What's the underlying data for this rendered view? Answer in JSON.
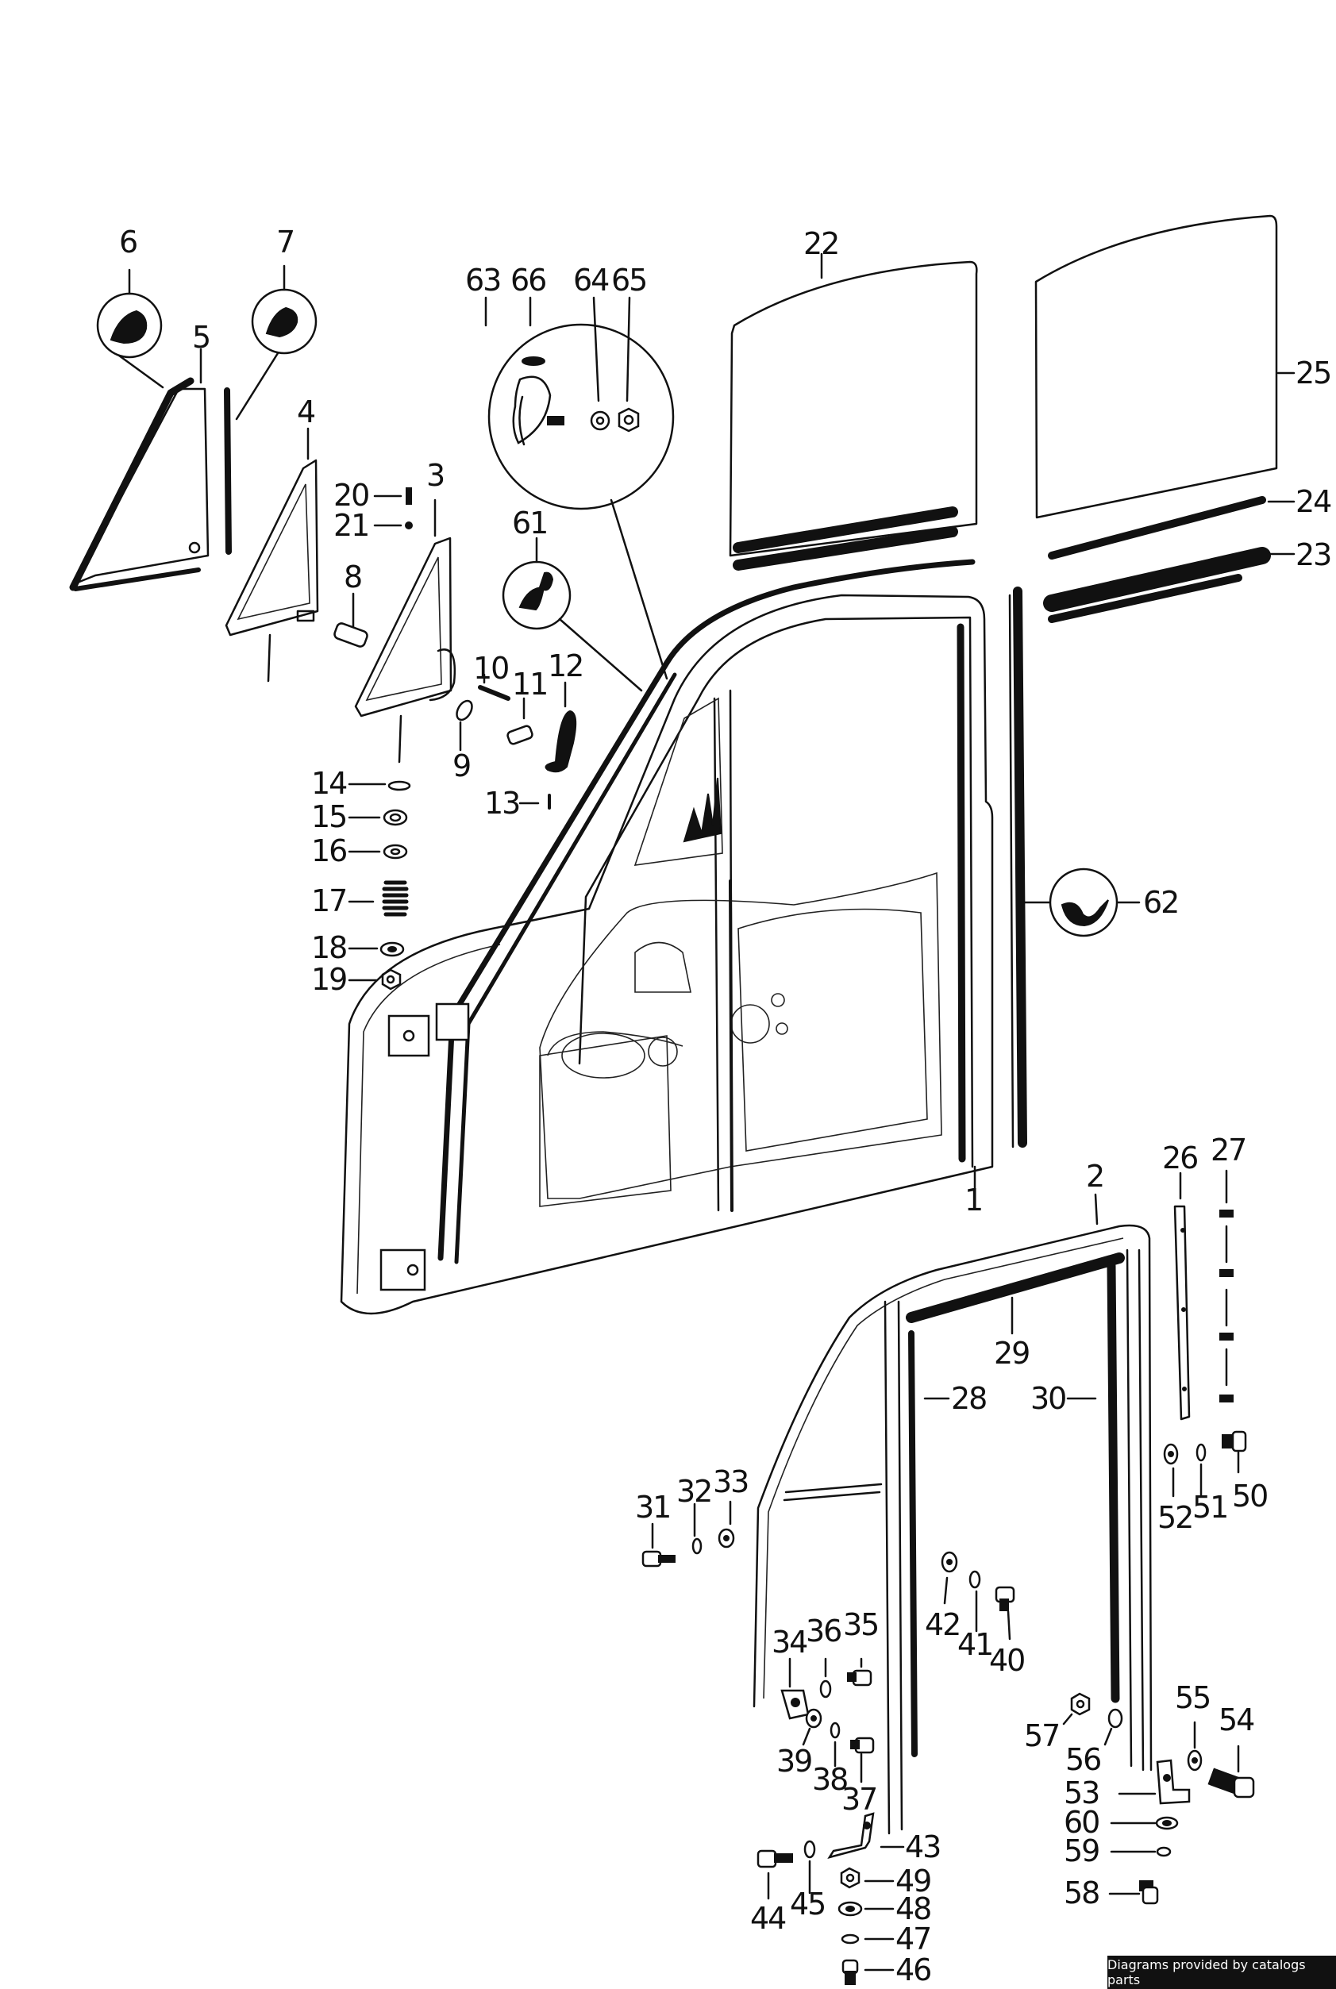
{
  "labels": {
    "p1": "1",
    "p2": "2",
    "p3": "3",
    "p4": "4",
    "p5": "5",
    "p6": "6",
    "p7": "7",
    "p8": "8",
    "p9": "9",
    "p10": "10",
    "p11": "11",
    "p12": "12",
    "p13": "13",
    "p14": "14",
    "p15": "15",
    "p16": "16",
    "p17": "17",
    "p18": "18",
    "p19": "19",
    "p20": "20",
    "p21": "21",
    "p22": "22",
    "p23": "23",
    "p24": "24",
    "p25": "25",
    "p26": "26",
    "p27": "27",
    "p28": "28",
    "p29": "29",
    "p30": "30",
    "p31": "31",
    "p32": "32",
    "p33": "33",
    "p34": "34",
    "p35": "35",
    "p36": "36",
    "p37": "37",
    "p38": "38",
    "p39": "39",
    "p40": "40",
    "p41": "41",
    "p42": "42",
    "p43": "43",
    "p44": "44",
    "p45": "45",
    "p46": "46",
    "p47": "47",
    "p48": "48",
    "p49": "49",
    "p50": "50",
    "p51": "51",
    "p52": "52",
    "p53": "53",
    "p54": "54",
    "p55": "55",
    "p56": "56",
    "p57": "57",
    "p58": "58",
    "p59": "59",
    "p60": "60",
    "p61": "61",
    "p62": "62",
    "p63": "63",
    "p64": "64",
    "p65": "65",
    "p66": "66"
  },
  "credit": "Diagrams provided by catalogs parts"
}
